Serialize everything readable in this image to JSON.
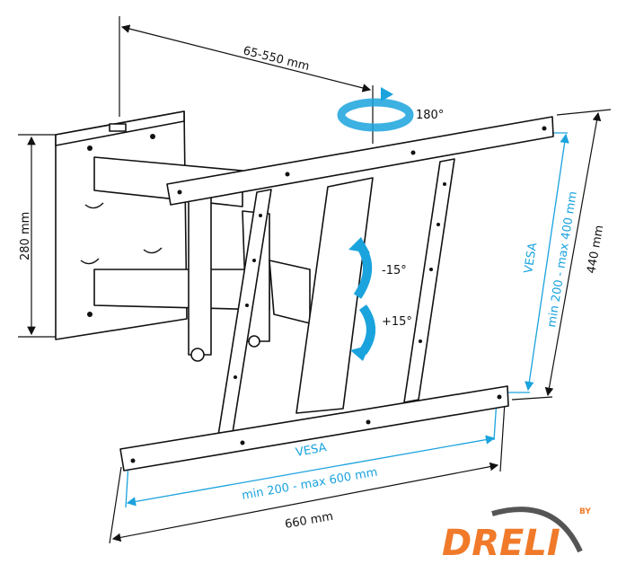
{
  "dimensions": {
    "arm_extension": "65-550 mm",
    "rotation": "180°",
    "wall_plate_height": "280 mm",
    "tilt_up": "-15°",
    "tilt_down": "+15°",
    "vesa_vertical_title": "VESA",
    "vesa_vertical_range": "min 200 - max 400 mm",
    "plate_height": "440 mm",
    "vesa_horizontal_title": "VESA",
    "vesa_horizontal_range": "min 200 - max 600 mm",
    "plate_width": "660 mm"
  },
  "logo": {
    "brand": "DRELI",
    "prefix": "BY"
  },
  "colors": {
    "accent_blue": "#1aa3dd",
    "logo_orange": "#f07a2a",
    "logo_gray": "#555555"
  }
}
